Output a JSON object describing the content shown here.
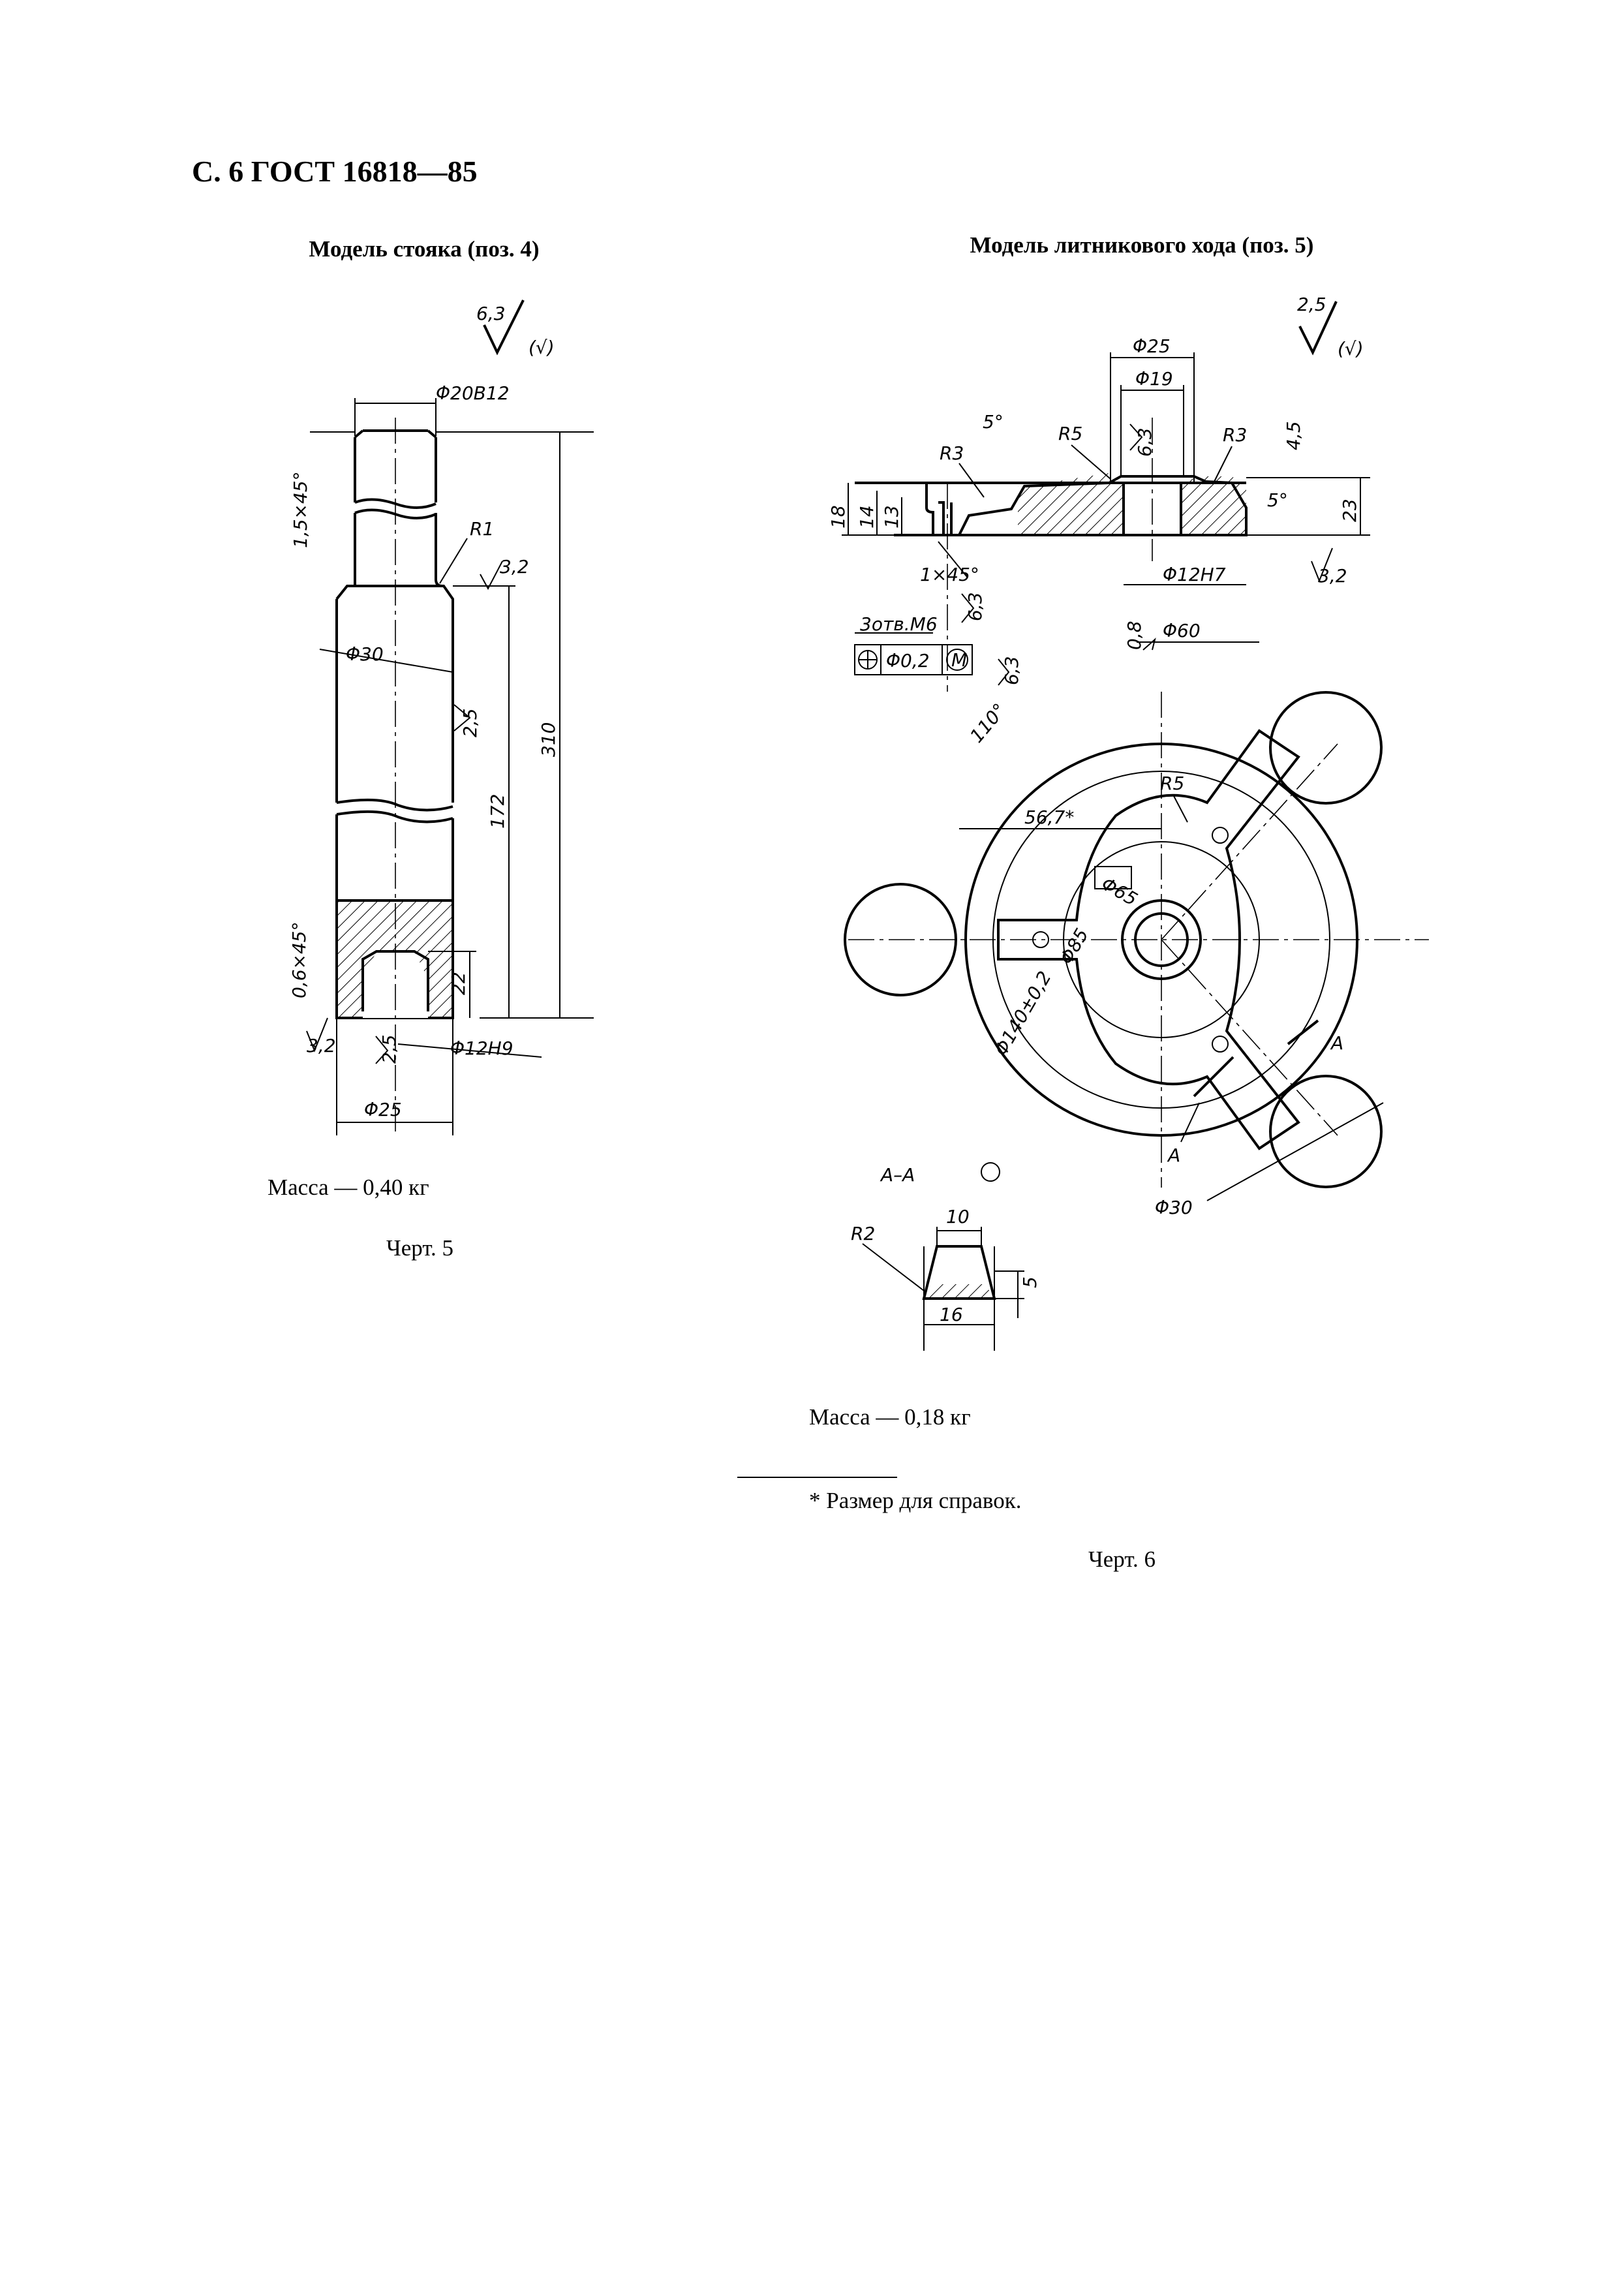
{
  "header": {
    "page_ref": "С. 6 ГОСТ 16818—85"
  },
  "left": {
    "title": "Модель стояка (поз. 4)",
    "mass": "Масса — 0,40 кг",
    "caption": "Черт. 5",
    "roughness": {
      "main": "6,3",
      "other": "(√)"
    },
    "dims": {
      "d_top": "Φ20В12",
      "chamfer_top": "1,5×45°",
      "r1": "R1",
      "rough_shoulder": "3,2",
      "d30": "Φ30",
      "rough_side": "2,5",
      "l310": "310",
      "l172": "172",
      "chamfer_bottom": "0,6×45°",
      "l22": "22",
      "rough_bottom": "3,2",
      "rough_hole": "2,5",
      "d_hole": "Φ12Н9",
      "d25": "Φ25"
    }
  },
  "right": {
    "title": "Модель литникового хода (поз. 5)",
    "mass": "Масса — 0,18 кг",
    "footnote": "* Размер для справок.",
    "caption": "Черт. 6",
    "roughness": {
      "main": "2,5",
      "other": "(√)"
    },
    "dims": {
      "d25": "Φ25",
      "d19": "Φ19",
      "angle5_left": "5°",
      "r3_left": "R3",
      "r5": "R5",
      "rough_bore": "6,3",
      "r3_right": "R3",
      "h45": "4,5",
      "angle5_right": "5°",
      "h18": "18",
      "h14": "14",
      "h13": "13",
      "h23": "23",
      "chamfer": "1×45°",
      "d12h7": "Φ12Н7",
      "rough_right": "3,2",
      "holes": "3отв.М6",
      "rough_holes": "6,3",
      "h08": "0,8",
      "d60": "Φ60",
      "tol_pos": "Φ0,2",
      "tol_mod": "М",
      "rough_tol": "6,3",
      "angle110": "110°",
      "l567": "56,7*",
      "r5_plan": "R5",
      "d65": "Φ65",
      "d85": "Φ85",
      "d140": "Φ140±0,2",
      "section_a": "А",
      "d30": "Φ30",
      "section_title": "А–А",
      "r2": "R2",
      "w10": "10",
      "h5": "5",
      "w16": "16"
    }
  }
}
